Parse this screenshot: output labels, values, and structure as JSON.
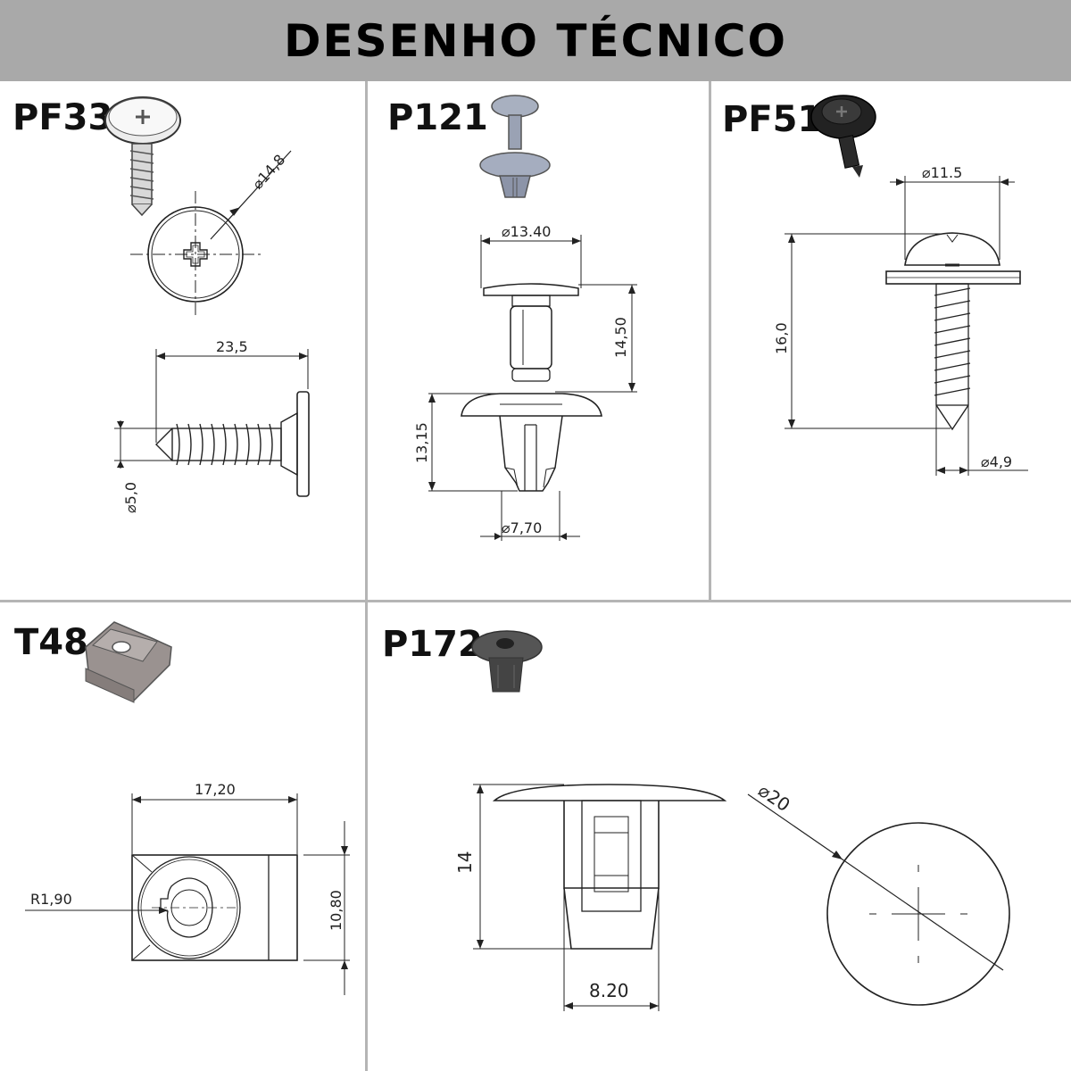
{
  "header": {
    "title": "DESENHO TÉCNICO"
  },
  "panels": [
    {
      "code": "PF33",
      "dims": {
        "head_diameter": "14,8",
        "length": "23,5",
        "shank_diameter": "5,0"
      }
    },
    {
      "code": "P121",
      "dims": {
        "head_diameter": "13.40",
        "upper_height": "14,50",
        "lower_height": "13,15",
        "base_diameter": "7,70"
      }
    },
    {
      "code": "PF51",
      "dims": {
        "head_diameter": "11.5",
        "length": "16,0",
        "thread_diameter": "4,9"
      }
    },
    {
      "code": "T48",
      "dims": {
        "width": "17,20",
        "height": "10,80",
        "radius": "R1,90"
      }
    },
    {
      "code": "P172",
      "dims": {
        "height": "14",
        "base_width": "8.20",
        "head_diameter": "20"
      }
    }
  ],
  "colors": {
    "header_bg": "#a9a9a9",
    "line": "#222222",
    "divider": "#b5b5b5"
  }
}
